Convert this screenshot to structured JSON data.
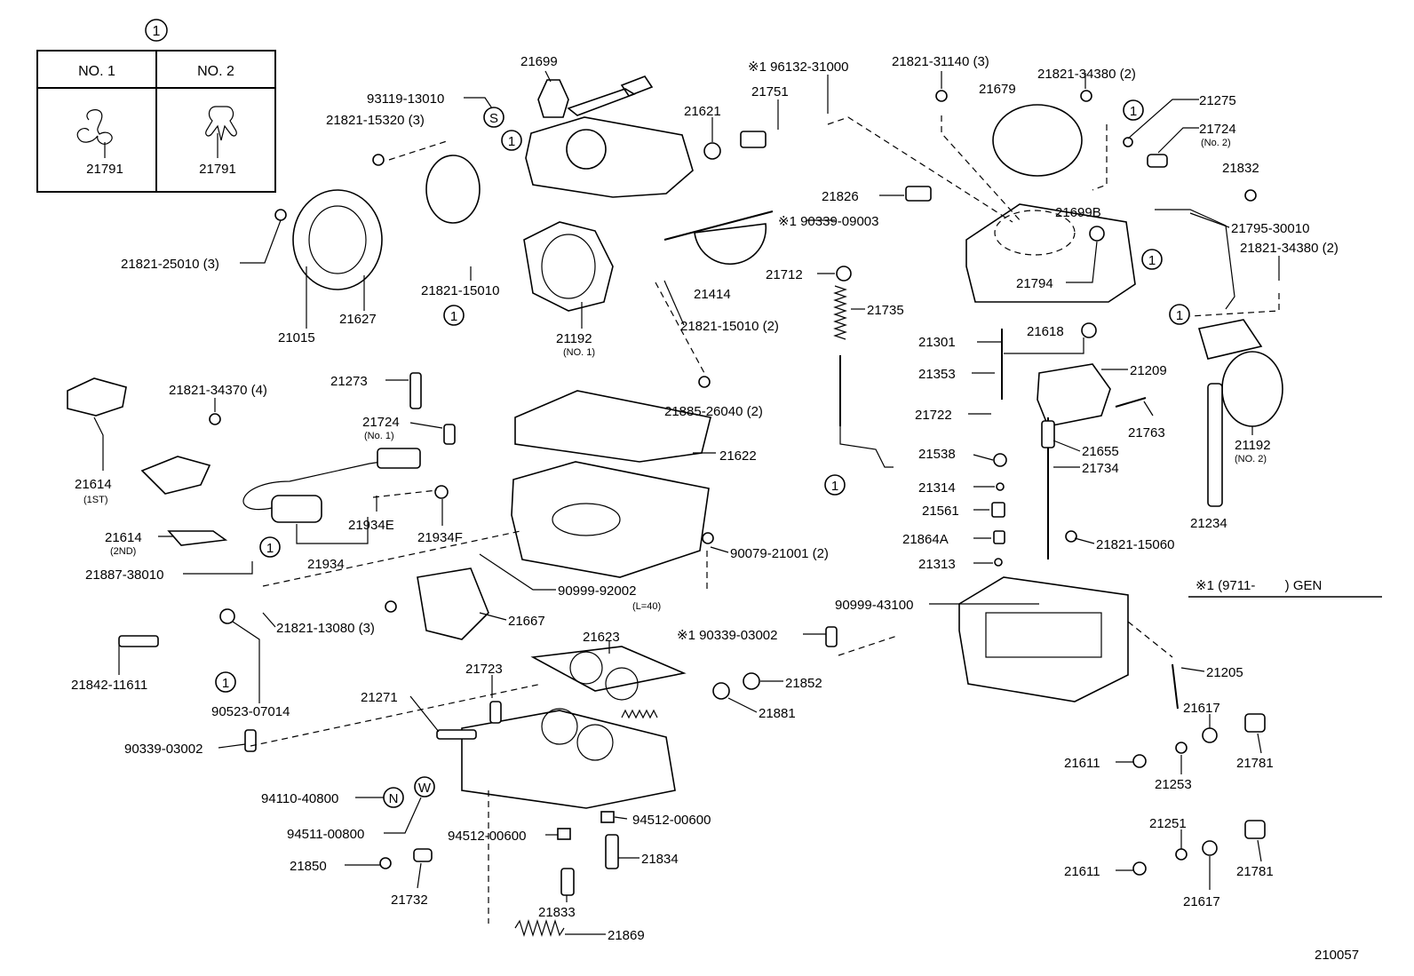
{
  "legend": {
    "mark": "1",
    "col1_header": "NO. 1",
    "col2_header": "NO. 2",
    "col1_part": "21791",
    "col2_part": "21791"
  },
  "footnote": {
    "text": "※1 (9711-        ) GEN"
  },
  "diagram_id": "210057",
  "symbols": {
    "s": "S",
    "n": "N",
    "w": "W",
    "one": "1"
  },
  "labels": [
    {
      "id": "l21699",
      "text": "21699"
    },
    {
      "id": "l93119",
      "text": "93119-13010"
    },
    {
      "id": "l21821_15320",
      "text": "21821-15320 (3)"
    },
    {
      "id": "l21621",
      "text": "21621"
    },
    {
      "id": "l21751",
      "text": "21751"
    },
    {
      "id": "l96132",
      "text": "※1 96132-31000"
    },
    {
      "id": "l21821_31140",
      "text": "21821-31140 (3)"
    },
    {
      "id": "l21679",
      "text": "21679"
    },
    {
      "id": "l21821_34380a",
      "text": "21821-34380 (2)"
    },
    {
      "id": "l21275",
      "text": "21275"
    },
    {
      "id": "l21724b",
      "text": "21724"
    },
    {
      "id": "l21724b_sub",
      "text": "(No. 2)"
    },
    {
      "id": "l21832",
      "text": "21832"
    },
    {
      "id": "l21699B",
      "text": "21699B"
    },
    {
      "id": "l21795",
      "text": "21795-30010"
    },
    {
      "id": "l21821_34380b",
      "text": "21821-34380 (2)"
    },
    {
      "id": "l21826",
      "text": "21826"
    },
    {
      "id": "l90339_09003",
      "text": "※1 90339-09003"
    },
    {
      "id": "l21821_25010",
      "text": "21821-25010 (3)"
    },
    {
      "id": "l21821_15010",
      "text": "21821-15010"
    },
    {
      "id": "l21414",
      "text": "21414"
    },
    {
      "id": "l21712",
      "text": "21712"
    },
    {
      "id": "l21794",
      "text": "21794"
    },
    {
      "id": "l21015",
      "text": "21015"
    },
    {
      "id": "l21627",
      "text": "21627"
    },
    {
      "id": "l21192a",
      "text": "21192"
    },
    {
      "id": "l21192a_sub",
      "text": "(NO. 1)"
    },
    {
      "id": "l21821_15010b",
      "text": "21821-15010 (2)"
    },
    {
      "id": "l21735",
      "text": "21735"
    },
    {
      "id": "l21301",
      "text": "21301"
    },
    {
      "id": "l21618",
      "text": "21618"
    },
    {
      "id": "l21353",
      "text": "21353"
    },
    {
      "id": "l21209",
      "text": "21209"
    },
    {
      "id": "l21273",
      "text": "21273"
    },
    {
      "id": "l21821_34370",
      "text": "21821-34370 (4)"
    },
    {
      "id": "l21885",
      "text": "21885-26040 (2)"
    },
    {
      "id": "l21722",
      "text": "21722"
    },
    {
      "id": "l21763",
      "text": "21763"
    },
    {
      "id": "l21724a",
      "text": "21724"
    },
    {
      "id": "l21724a_sub",
      "text": "(No. 1)"
    },
    {
      "id": "l21614a",
      "text": "21614"
    },
    {
      "id": "l21614a_sub",
      "text": "(1ST)"
    },
    {
      "id": "l21622",
      "text": "21622"
    },
    {
      "id": "l21538",
      "text": "21538"
    },
    {
      "id": "l21655",
      "text": "21655"
    },
    {
      "id": "l21734",
      "text": "21734"
    },
    {
      "id": "l21192b",
      "text": "21192"
    },
    {
      "id": "l21192b_sub",
      "text": "(NO. 2)"
    },
    {
      "id": "l21314",
      "text": "21314"
    },
    {
      "id": "l21934E",
      "text": "21934E"
    },
    {
      "id": "l21561",
      "text": "21561"
    },
    {
      "id": "l21614b",
      "text": "21614"
    },
    {
      "id": "l21614b_sub",
      "text": "(2ND)"
    },
    {
      "id": "l21934F",
      "text": "21934F"
    },
    {
      "id": "l21234",
      "text": "21234"
    },
    {
      "id": "l21864A",
      "text": "21864A"
    },
    {
      "id": "l21821_15060",
      "text": "21821-15060"
    },
    {
      "id": "l90079",
      "text": "90079-21001 (2)"
    },
    {
      "id": "l21934",
      "text": "21934"
    },
    {
      "id": "l21313",
      "text": "21313"
    },
    {
      "id": "l21887",
      "text": "21887-38010"
    },
    {
      "id": "l90999_92002",
      "text": "90999-92002"
    },
    {
      "id": "l90999_92002_sub",
      "text": "(L=40)"
    },
    {
      "id": "l90999_43100",
      "text": "90999-43100"
    },
    {
      "id": "l21667",
      "text": "21667"
    },
    {
      "id": "l21821_13080",
      "text": "21821-13080 (3)"
    },
    {
      "id": "l90339_03002a",
      "text": "※1 90339-03002"
    },
    {
      "id": "l21623",
      "text": "21623"
    },
    {
      "id": "l21842",
      "text": "21842-11611"
    },
    {
      "id": "l21205",
      "text": "21205"
    },
    {
      "id": "l21723",
      "text": "21723"
    },
    {
      "id": "l21852",
      "text": "21852"
    },
    {
      "id": "l90523",
      "text": "90523-07014"
    },
    {
      "id": "l21271",
      "text": "21271"
    },
    {
      "id": "l21881",
      "text": "21881"
    },
    {
      "id": "l21617a",
      "text": "21617"
    },
    {
      "id": "l90339_03002b",
      "text": "90339-03002"
    },
    {
      "id": "l21611a",
      "text": "21611"
    },
    {
      "id": "l21781a",
      "text": "21781"
    },
    {
      "id": "l21253",
      "text": "21253"
    },
    {
      "id": "l94110",
      "text": "94110-40800"
    },
    {
      "id": "l94512a",
      "text": "94512-00600"
    },
    {
      "id": "l94511",
      "text": "94511-00800"
    },
    {
      "id": "l94512b",
      "text": "94512-00600"
    },
    {
      "id": "l21251",
      "text": "21251"
    },
    {
      "id": "l21834",
      "text": "21834"
    },
    {
      "id": "l21850",
      "text": "21850"
    },
    {
      "id": "l21611b",
      "text": "21611"
    },
    {
      "id": "l21781b",
      "text": "21781"
    },
    {
      "id": "l21732",
      "text": "21732"
    },
    {
      "id": "l21833",
      "text": "21833"
    },
    {
      "id": "l21617b",
      "text": "21617"
    },
    {
      "id": "l21869",
      "text": "21869"
    }
  ]
}
